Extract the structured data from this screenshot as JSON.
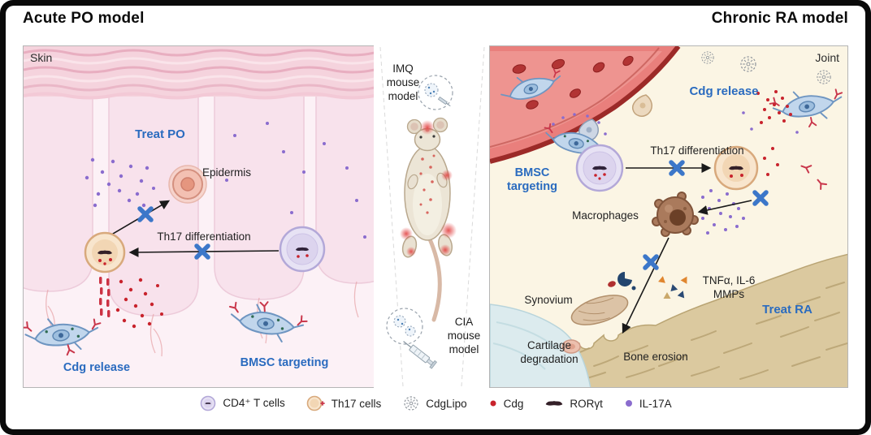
{
  "titles": {
    "left": "Acute PO model",
    "right": "Chronic RA model"
  },
  "left_panel": {
    "region": "Skin",
    "treat": "Treat PO",
    "epidermis": "Epidermis",
    "th17_diff": "Th17  differentiation",
    "cdg_release": "Cdg release",
    "bmsc_targeting": "BMSC targeting"
  },
  "middle_panel": {
    "imq": "IMQ mouse model",
    "cia": "CIA mouse model"
  },
  "right_panel": {
    "region": "Joint",
    "bmsc_targeting": "BMSC targeting",
    "cdg_release": "Cdg release",
    "th17_diff": "Th17  differentiation",
    "macrophages": "Macrophages",
    "cytokines": "TNFα, IL-6",
    "mmps": "MMPs",
    "treat": "Treat RA",
    "synovium": "Synovium",
    "cartilage": "Cartilage degradation",
    "bone_erosion": "Bone erosion"
  },
  "legend": {
    "items": [
      {
        "icon": "cd4-t-cell-icon",
        "label": "CD4⁺ T cells"
      },
      {
        "icon": "th17-cell-icon",
        "label": "Th17 cells"
      },
      {
        "icon": "cdglipo-icon",
        "label": "CdgLipo"
      },
      {
        "icon": "cdg-icon",
        "label": "Cdg"
      },
      {
        "icon": "roryt-icon",
        "label": "RORγt"
      },
      {
        "icon": "il17a-icon",
        "label": "IL-17A"
      }
    ]
  },
  "colors": {
    "accent_blue": "#2a6bbf",
    "block_x_blue": "#3c77c9",
    "cdg_red": "#c8232c",
    "il17a_purple": "#8a6cce",
    "vessel_red": "#9c2a28",
    "bone_tan": "#dbc99f"
  }
}
